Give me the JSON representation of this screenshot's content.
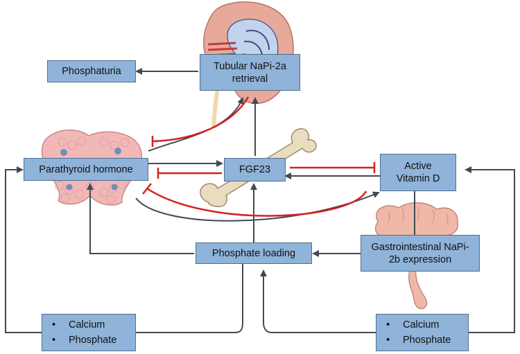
{
  "nodes": {
    "phosphaturia": "Phosphaturia",
    "napi2a": "Tubular NaPi-2a retrieval",
    "pth": "Parathyroid hormone",
    "fgf23": "FGF23",
    "vitd": "Active Vitamin D",
    "phosphate_loading": "Phosphate loading",
    "napi2b": "Gastrointestinal NaPi-2b expression",
    "left_minerals": [
      "Calcium",
      "Phosphate"
    ],
    "right_minerals": [
      "Calcium",
      "Phosphate"
    ]
  },
  "colors": {
    "box_fill": "#8fb3d9",
    "box_border": "#4f6f8f",
    "stimulate_arrow": "#3f4a55",
    "inhibit_arrow": "#d42020",
    "kidney": "#e7a99a",
    "bone": "#eadcbf",
    "parathyroid": "#f2b7b7",
    "intestine": "#f0b8a8"
  },
  "icons": [
    "kidney-illustration",
    "bone-illustration",
    "parathyroid-illustration",
    "intestine-illustration"
  ]
}
